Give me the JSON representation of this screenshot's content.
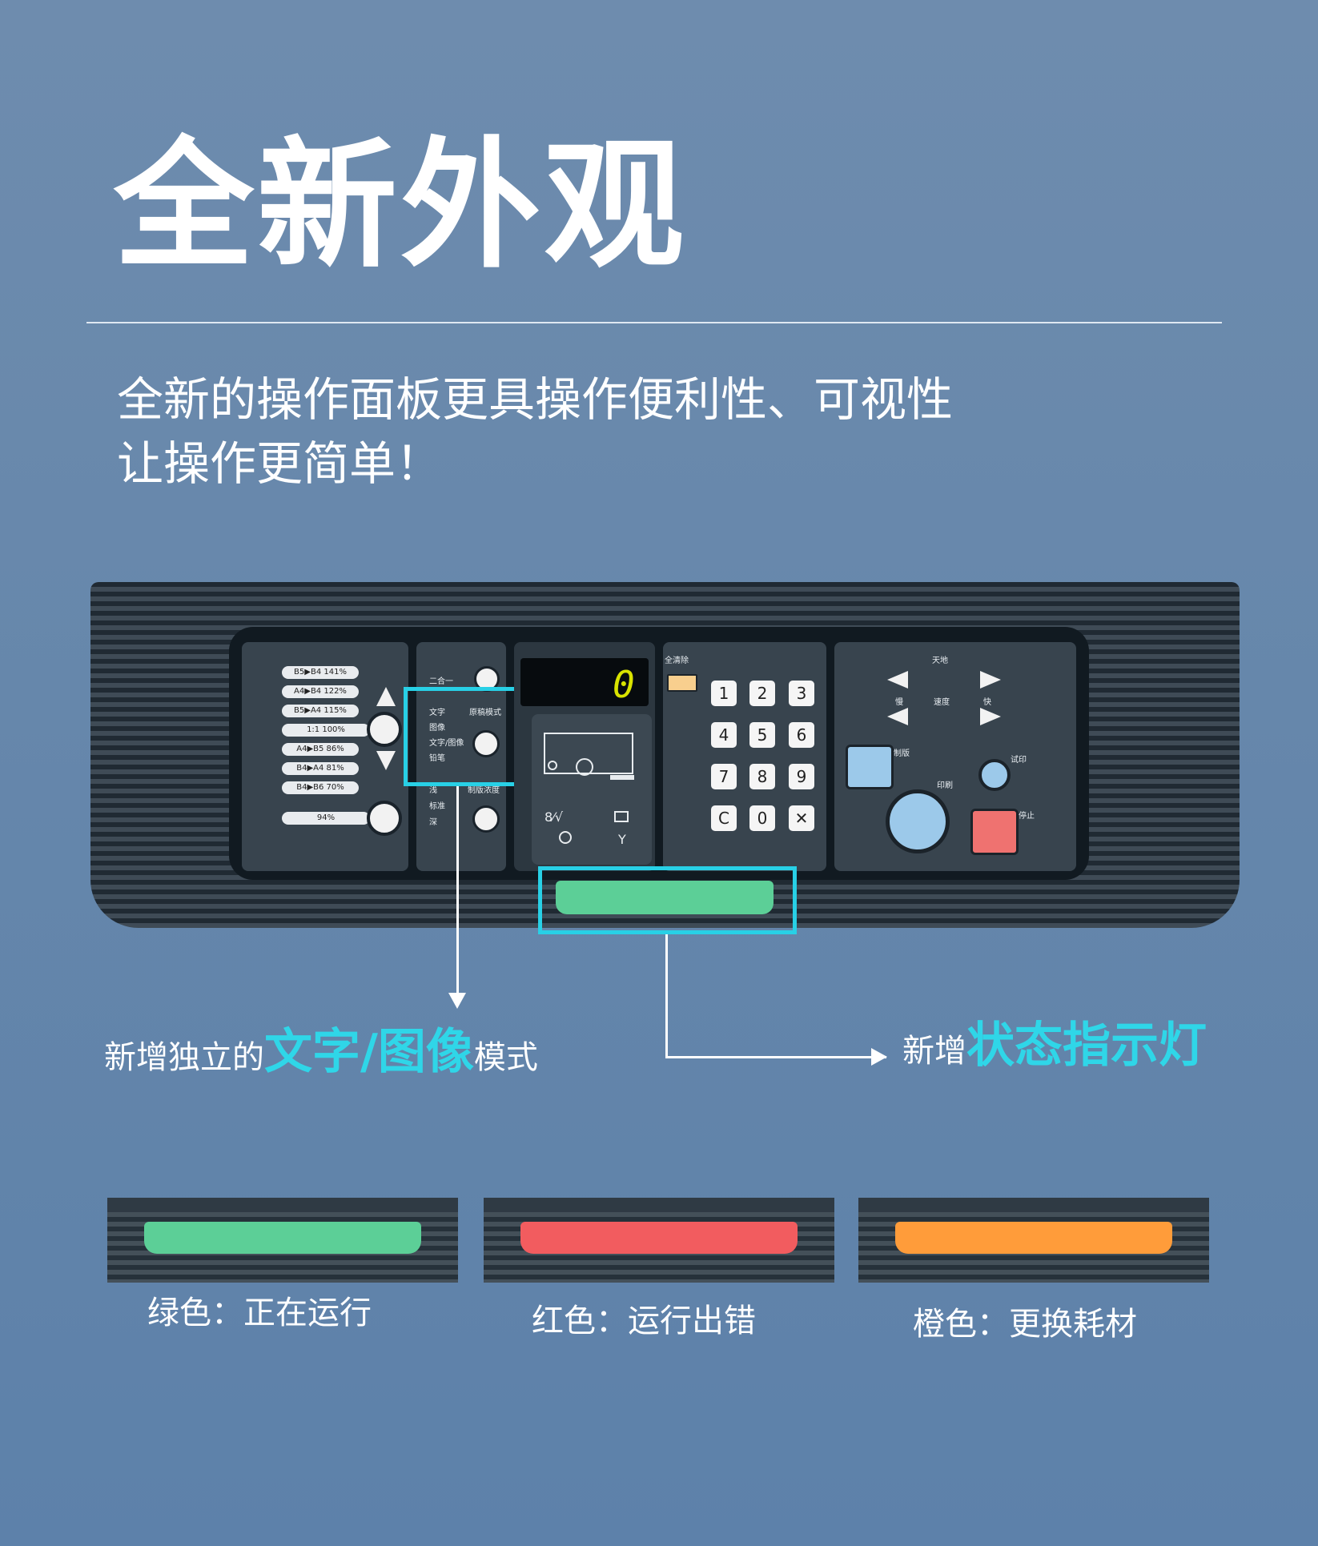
{
  "title": "全新外观",
  "subtitle_lines": [
    "全新的操作面板更具操作便利性、可视性",
    "让操作更简单！"
  ],
  "panel": {
    "ratios": [
      "B5▶B4  141%",
      "A4▶B4  122%",
      "B5▶A4  115%",
      "1:1  100%",
      "A4▶B5  86%",
      "B4▶A4  81%",
      "B4▶B6  70%",
      "94%"
    ],
    "mode_labels": [
      "二合一",
      "文字",
      "图像",
      "文字/图像",
      "铅笔",
      "原稿模式",
      "浅",
      "标准",
      "深",
      "制版浓度"
    ],
    "counter": "0",
    "clear_all": "全清除",
    "keypad": [
      "1",
      "2",
      "3",
      "4",
      "5",
      "6",
      "7",
      "8",
      "9",
      "C",
      "0",
      "✕"
    ],
    "right_labels": [
      "天地",
      "慢",
      "速度",
      "快",
      "制版",
      "印刷",
      "试印",
      "停止"
    ]
  },
  "callouts": {
    "left_prefix": "新增独立的",
    "left_emphasis": "文字/图像",
    "left_suffix": "模式",
    "right_prefix": "新增",
    "right_emphasis": "状态指示灯"
  },
  "status_lights": [
    {
      "label": "绿色：正在运行",
      "color": "#5ccf97"
    },
    {
      "label": "红色：运行出错",
      "color": "#f25c5f"
    },
    {
      "label": "橙色：更换耗材",
      "color": "#ff9c3a"
    }
  ],
  "colors": {
    "accent": "#2fd6e8",
    "status_green": "#5ccf97"
  }
}
